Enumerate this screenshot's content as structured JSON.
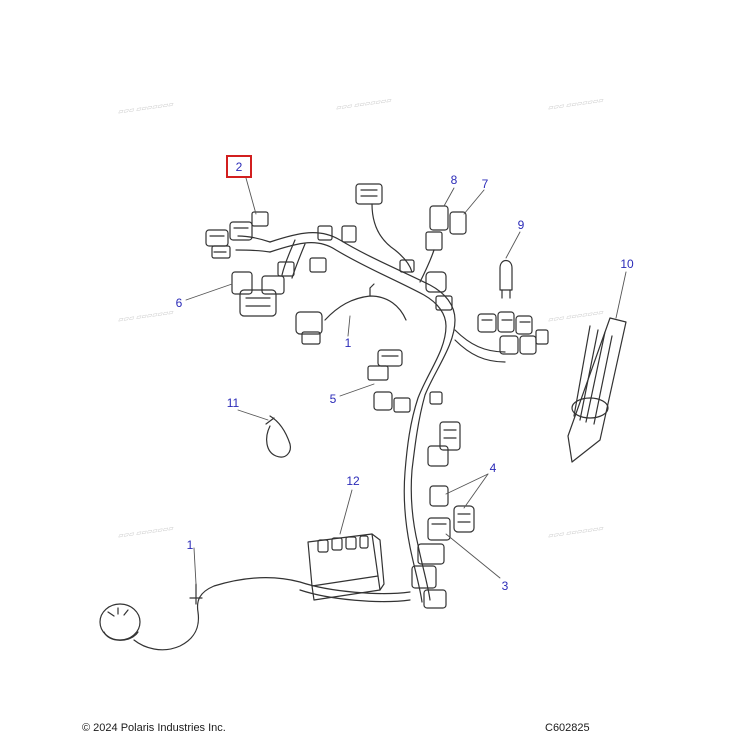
{
  "callouts": {
    "c1": "1",
    "c2": "2",
    "c3": "3",
    "c4": "4",
    "c5": "5",
    "c6": "6",
    "c7": "7",
    "c8": "8",
    "c9": "9",
    "c10": "10",
    "c11": "11",
    "c12": "12"
  },
  "footer": {
    "copyright": "© 2024 Polaris Industries Inc.",
    "code": "C602825"
  },
  "colors": {
    "callout_text": "#2b2bb8",
    "highlight_box": "#d21f1f",
    "line_art": "#333333"
  }
}
